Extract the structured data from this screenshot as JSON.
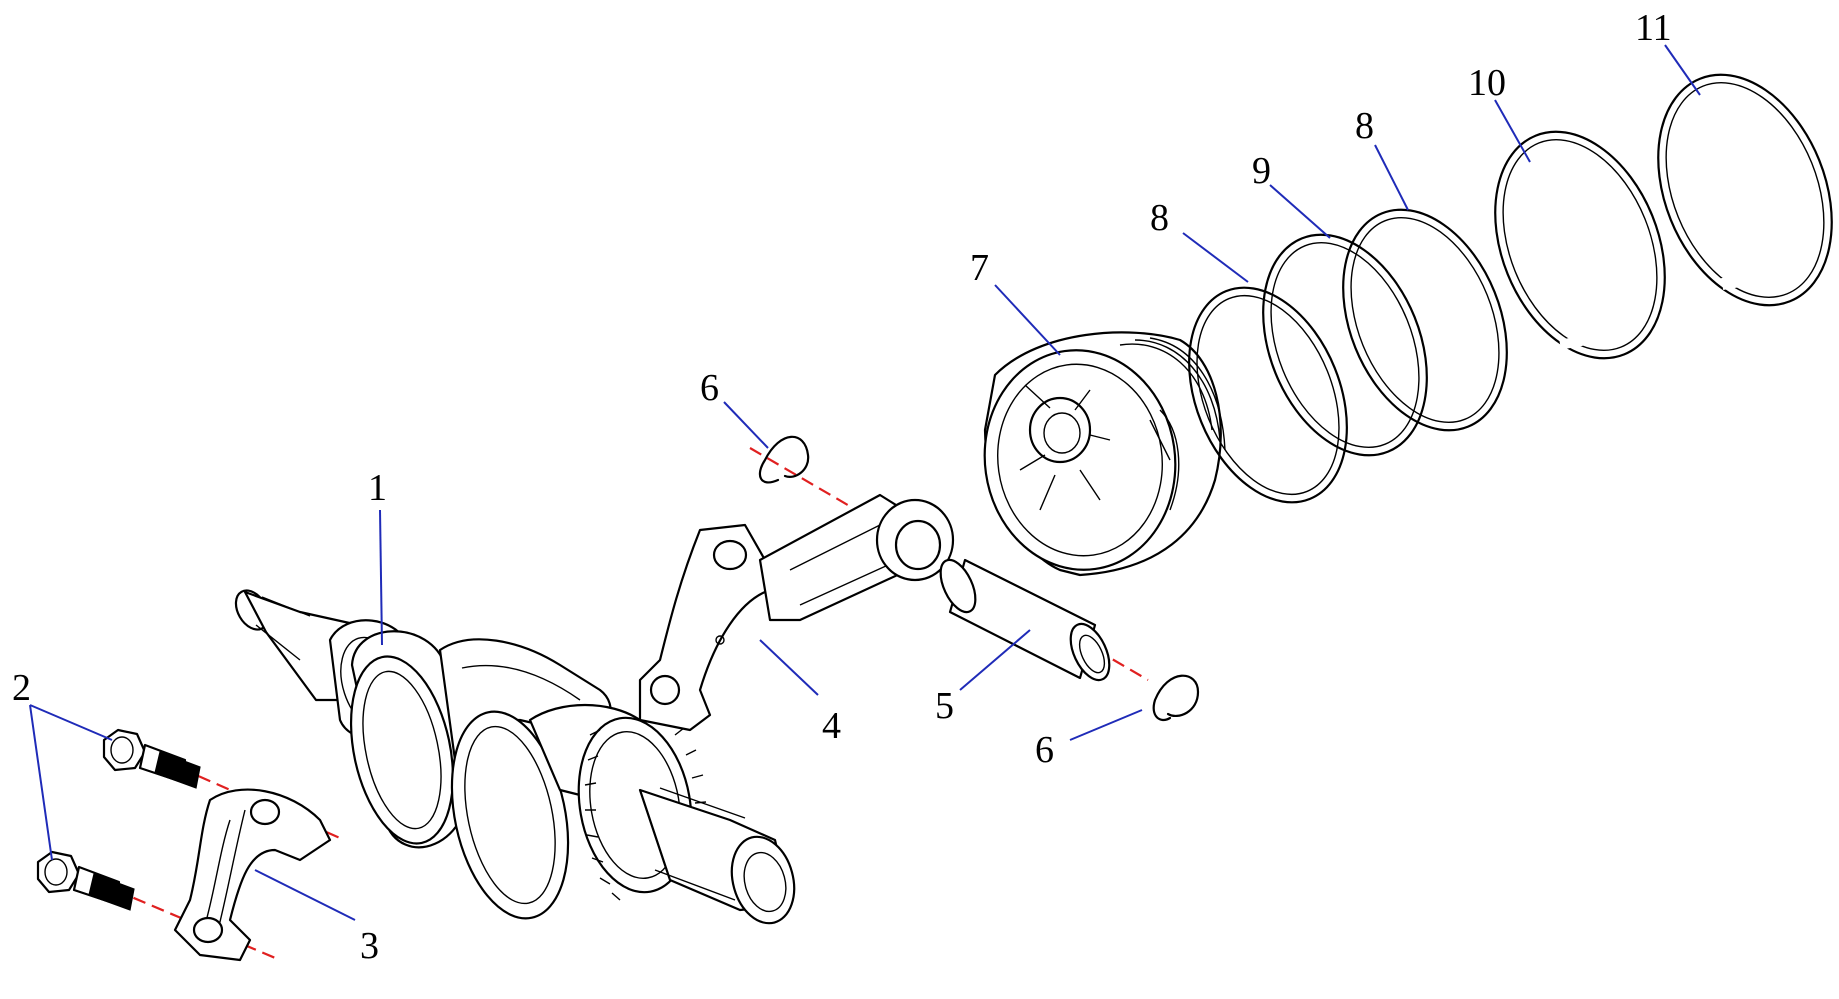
{
  "callouts": [
    {
      "id": "1",
      "text": "1"
    },
    {
      "id": "2",
      "text": "2"
    },
    {
      "id": "3",
      "text": "3"
    },
    {
      "id": "4",
      "text": "4"
    },
    {
      "id": "5",
      "text": "5"
    },
    {
      "id": "6a",
      "text": "6"
    },
    {
      "id": "6b",
      "text": "6"
    },
    {
      "id": "7",
      "text": "7"
    },
    {
      "id": "8a",
      "text": "8"
    },
    {
      "id": "8b",
      "text": "8"
    },
    {
      "id": "9",
      "text": "9"
    },
    {
      "id": "10",
      "text": "10"
    },
    {
      "id": "11",
      "text": "11"
    }
  ],
  "colors": {
    "leader": "#1f2bb8",
    "center_axis": "#e02020",
    "outline": "#000000",
    "background": "#ffffff"
  }
}
